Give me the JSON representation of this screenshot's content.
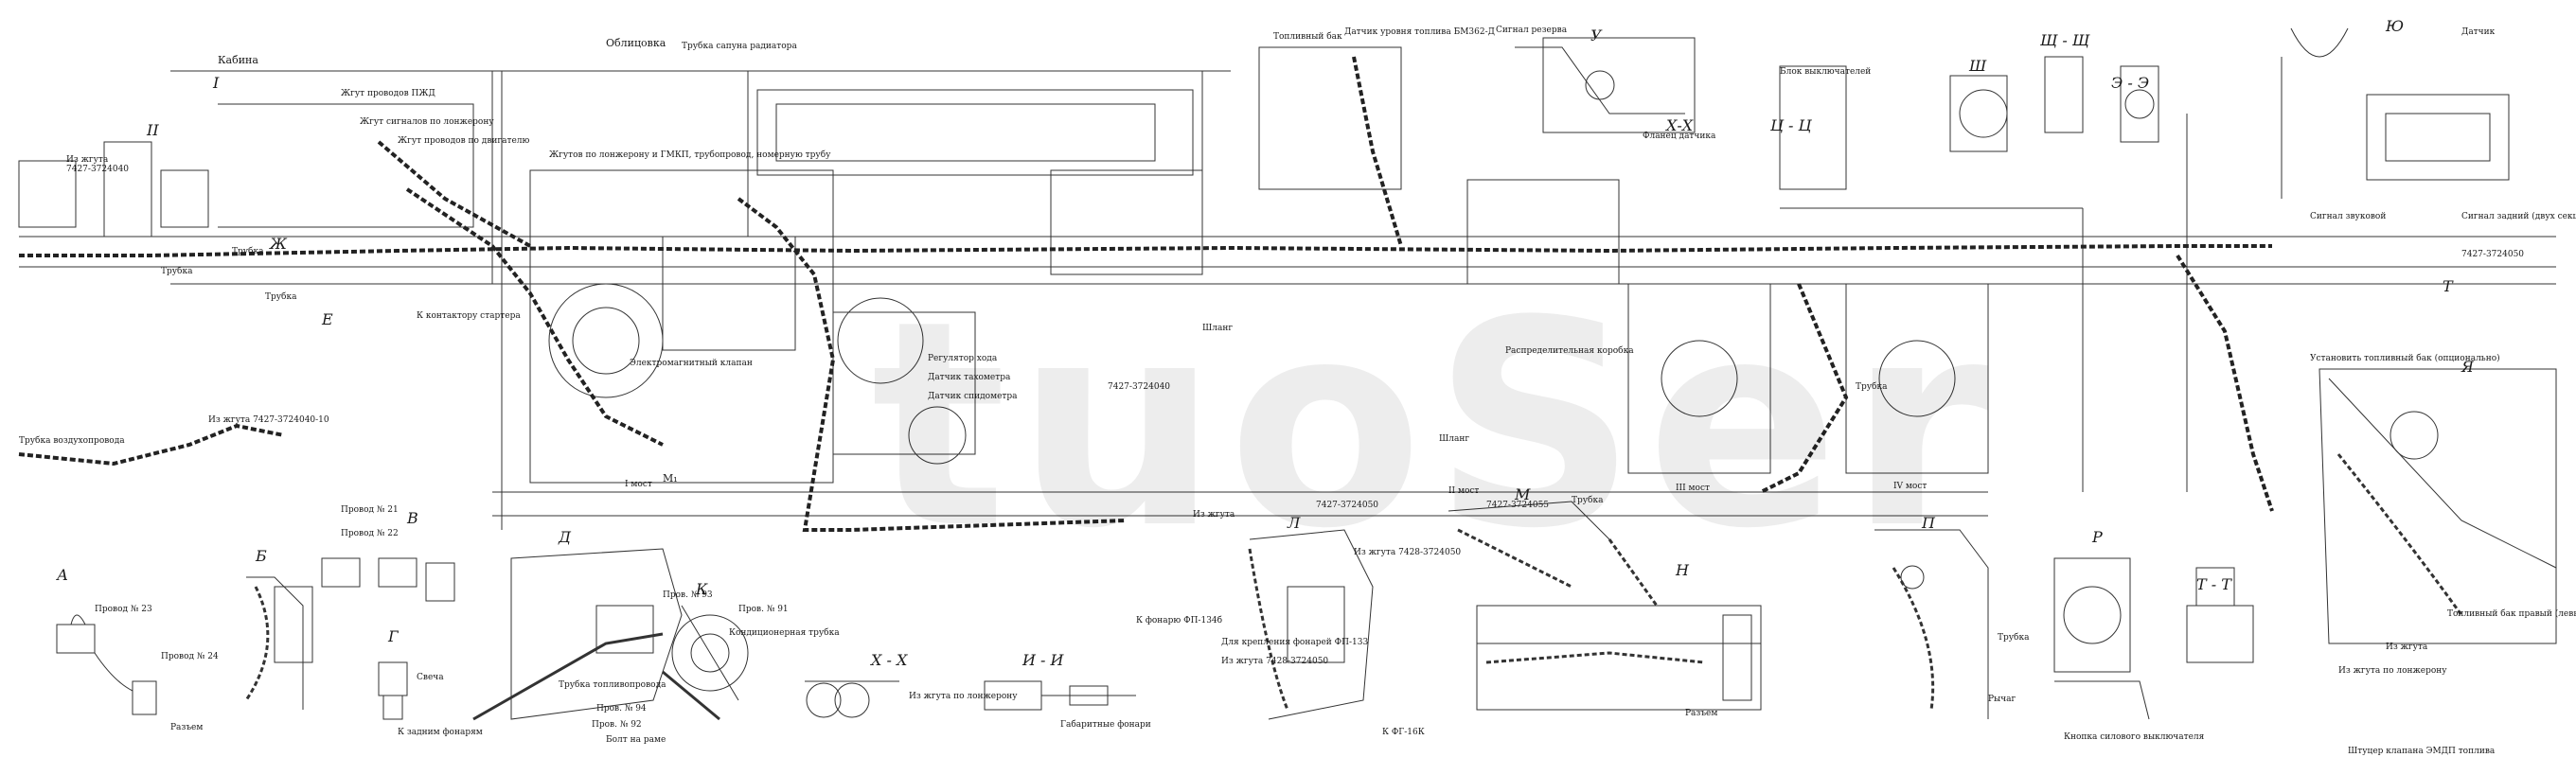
{
  "labels": {
    "cabin": "Кабина",
    "cladding": "Облицовка",
    "radiator_pipe": "Трубка сапуна радиатора",
    "harness_pzd": "Жгут проводов ПЖД",
    "harness_lights": "Жгут сигналов по лонжерону",
    "harness_engine": "Жгут проводов по двигателю",
    "harness_frame": "Жгутов по лонжерону и ГМКП, трубопровод, номерную трубу",
    "fuel_tank": "Топливный бак",
    "fuel_sensor": "Датчик уровня топлива БМ362-Д",
    "reserve_signal": "Сигнал резерва",
    "sensor_flange": "Фланец датчика",
    "battery_block": "Блок выключателей",
    "from_harness_1": "Из жгута",
    "tube_1": "Трубка",
    "tube_2": "Трубка",
    "tube_3": "Трубка",
    "tube_4": "Трубка",
    "tube_5": "Трубка",
    "to_starter": "К контактору стартера",
    "from_harness_2": "Из жгута 7427-3724040-10",
    "air_tube": "Трубка воздухопровода",
    "electromagnetic_valve": "Электромагнитный клапан",
    "speed_regulator": "Регулятор хода",
    "speed_sensor": "Датчик спидометра",
    "tach_sensor": "Датчик тахометра",
    "distributor_box": "Распределительная коробка",
    "hose": "Шланг",
    "hose_2": "Шланг",
    "sound_signal": "Сигнал звуковой",
    "rear_lights": "Сигнал задний (двух секционный)",
    "additional_tank": "Установить топливный бак (опционально)",
    "fuel_tank_2": "Топливный бак правый (левый см.вид)",
    "to_harness_3": "Из жгута",
    "from_harness_4": "Из жгута 7428-3724050",
    "from_harness_5": "Из жгута",
    "frame_clamp": "Провод № 21",
    "wire22": "Провод № 22",
    "wire23": "Провод № 23",
    "wire24": "Провод № 24",
    "connector": "Разъем",
    "connector_2": "Разъем",
    "candle": "Свеча",
    "to_headlamp": "К задним фонарям",
    "fuel_pipe": "Трубка топливопровода",
    "wire93": "Пров. № 93",
    "wire94": "Пров. № 94",
    "wire91": "Пров. № 91",
    "wire92": "Пров. № 92",
    "frame_bolt": "Болт на раме",
    "conditioner_pipe": "Кондиционерная трубка",
    "to_x_harness": "Из жгута по лонжерону",
    "marker_lamps": "Габаритные фонари",
    "headlamp_fp": "К фонарю ФП-134б",
    "front_lamps": "Для крепления фонарей ФП-133",
    "from_harness_6": "Из жгута 7428-3724050",
    "x_clamp": "К ФГ-16К",
    "p_tube": "Трубка",
    "p_lever": "Рычаг",
    "p_bracket": "Кнопка силового выключателя",
    "shtuzer": "Штуцер клапана ЭМДП топлива",
    "from_harness_7": "Из жгута по лонжерону",
    "right_sensor": "Датчик",
    "sec_I": "I",
    "sec_II": "II",
    "sec_U": "У",
    "sec_Sh": "Ш",
    "sec_ShSh": "Щ - Щ",
    "sec_EE": "Э - Э",
    "sec_Yu": "Ю",
    "sec_XX": "Х-Х",
    "sec_CC": "Ц - Ц",
    "sec_A": "А",
    "sec_B": "Б",
    "sec_V": "В",
    "sec_G": "Г",
    "sec_D": "Д",
    "sec_E": "Е",
    "sec_Zh": "Ж",
    "sec_XX2": "Х - Х",
    "sec_II2": "И - И",
    "sec_K": "К",
    "sec_L": "Л",
    "sec_M": "М",
    "sec_N": "Н",
    "sec_P": "П",
    "sec_R": "Р",
    "sec_TT": "Т - Т",
    "sec_Ya": "Я",
    "sec_T": "Т",
    "code_1": "7427-3724040",
    "code_2": "7427-3724040",
    "code_3": "7427-3724050",
    "code_4": "7427-3724055",
    "code_5": "7427-3724050",
    "mark_M1": "M₁",
    "mark_IV": "IV мост",
    "mark_III": "III мост",
    "mark_I": "I мост",
    "mark_II": "II мост",
    "watermark": "tuoSer"
  }
}
